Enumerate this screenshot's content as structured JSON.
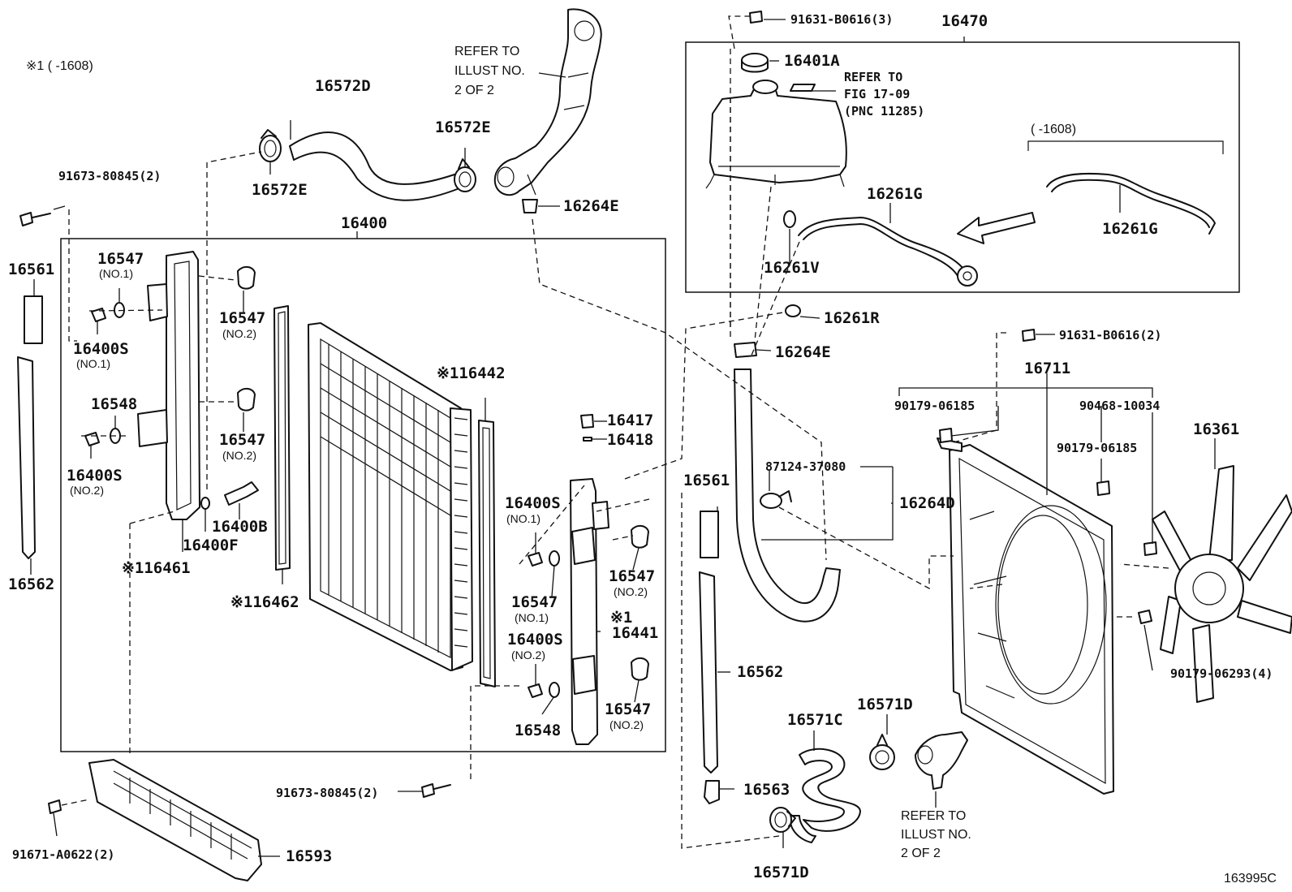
{
  "header_note": "※1 (      -1608)",
  "diagram_id": "163995C",
  "labels": {
    "l16572D": "16572D",
    "l16572E_a": "16572E",
    "l16572E_b": "16572E",
    "l16264E_a": "16264E",
    "l16264E_b": "16264E",
    "l16470": "16470",
    "l16401A": "16401A",
    "l16261G_a": "16261G",
    "l16261G_b": "16261G",
    "l16261V": "16261V",
    "l16261R": "16261R",
    "l16400": "16400",
    "l16561_a": "16561",
    "l16561_b": "16561",
    "l16562_a": "16562",
    "l16562_b": "16562",
    "l16547_a": "16547",
    "l16547_b": "16547",
    "l16547_c": "16547",
    "l16547_d": "16547",
    "l16547_e": "16547",
    "l16547_f": "16547",
    "l16400S_a": "16400S",
    "l16400S_b": "16400S",
    "l16400S_c": "16400S",
    "l16400S_d": "16400S",
    "l16548_a": "16548",
    "l16548_b": "16548",
    "l16400B": "16400B",
    "l16400F": "16400F",
    "l16461": "※116461",
    "l16462": "※116462",
    "l16442": "※116442",
    "l16441a": "※1",
    "l16441b": "16441",
    "l16417": "16417",
    "l16418": "16418",
    "l16264D": "16264D",
    "l87124": "87124-37080",
    "l16711": "16711",
    "l90179_a": "90179-06185",
    "l90179_b": "90179-06185",
    "l90468": "90468-10034",
    "l16361": "16361",
    "l90179_c": "90179-06293(4)",
    "l91631_a": "91631-B0616(3)",
    "l91631_b": "91631-B0616(2)",
    "l91673_a": "91673-80845(2)",
    "l91673_b": "91673-80845(2)",
    "l91671": "91671-A0622(2)",
    "l16593": "16593",
    "l16563": "16563",
    "l16571C": "16571C",
    "l16571D_a": "16571D",
    "l16571D_b": "16571D"
  },
  "subs": {
    "no1_a": "(NO.1)",
    "no1_b": "(NO.1)",
    "no2_a": "(NO.2)",
    "no2_b": "(NO.2)",
    "no2_c": "(NO.2)",
    "no1_c": "(NO.1)",
    "no2_d": "(NO.2)",
    "no1_d": "(NO.1)",
    "no2_e": "(NO.2)",
    "no2_f": "(NO.2)"
  },
  "notes": {
    "refer1_l1": "REFER TO",
    "refer1_l2": "ILLUST NO.",
    "refer1_l3": "2 OF 2",
    "refer2_l1": "REFER TO",
    "refer2_l2": "FIG 17-09",
    "refer2_l3": "(PNC 11285)",
    "range": "(      -1608)",
    "refer3_l1": "REFER TO",
    "refer3_l2": "ILLUST NO.",
    "refer3_l3": "2 OF 2"
  }
}
